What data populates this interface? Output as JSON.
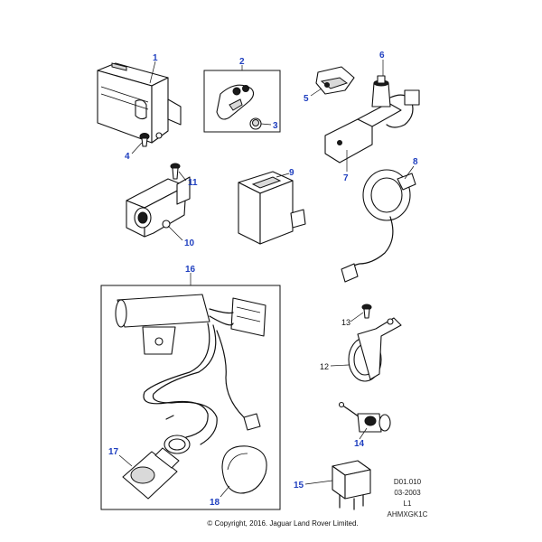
{
  "colors": {
    "callout_text": "#1f3fbf",
    "plain_callout": "#111111",
    "line": "#111111",
    "background": "#ffffff"
  },
  "callouts": {
    "c1": "1",
    "c2": "2",
    "c3": "3",
    "c4": "4",
    "c5": "5",
    "c6": "6",
    "c7": "7",
    "c8": "8",
    "c9": "9",
    "c10": "10",
    "c11": "11",
    "c12": "12",
    "c13": "13",
    "c14": "14",
    "c15": "15",
    "c16": "16",
    "c17": "17",
    "c18": "18"
  },
  "reference": {
    "section": "D01.010",
    "date": "03-2003",
    "level": "L1",
    "illustration_code": "AHMXGK1C"
  },
  "copyright": "© Copyright, 2016. Jaguar Land Rover Limited."
}
